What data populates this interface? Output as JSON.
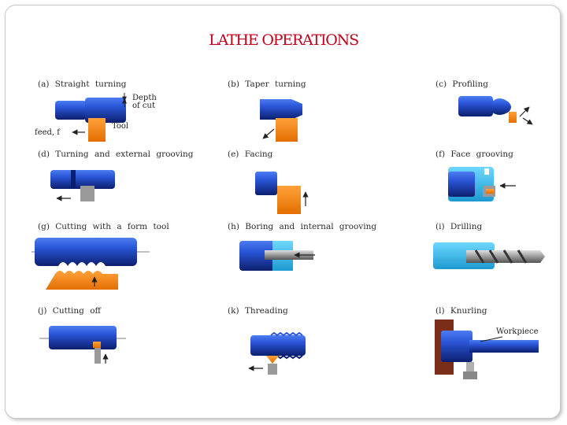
{
  "title": "LATHE OPERATIONS",
  "operations": [
    {
      "caption": "(a) Straight turning"
    },
    {
      "caption": "(b) Taper turning"
    },
    {
      "caption": "(c) Profiling"
    },
    {
      "caption": "(d) Turning and external grooving"
    },
    {
      "caption": "(e) Facing"
    },
    {
      "caption": "(f) Face grooving"
    },
    {
      "caption": "(g) Cutting with a form tool"
    },
    {
      "caption": "(h) Boring and internal grooving"
    },
    {
      "caption": "(i) Drilling"
    },
    {
      "caption": "(j) Cutting off"
    },
    {
      "caption": "(k) Threading"
    },
    {
      "caption": "(l) Knurling"
    }
  ],
  "labels": {
    "depth_line1": "Depth",
    "depth_line2": "of cut",
    "tool": "Tool",
    "feed": "feed, f",
    "workpiece": "Workpiece"
  },
  "colors": {
    "title": "#c0001a",
    "workpiece_blue": "#1f3fb0",
    "tool_orange": "#f08010",
    "tool_gray": "#8a8a8a",
    "chuck_brown": "#7a2e1a",
    "chip_cyan": "#27b0e0"
  }
}
